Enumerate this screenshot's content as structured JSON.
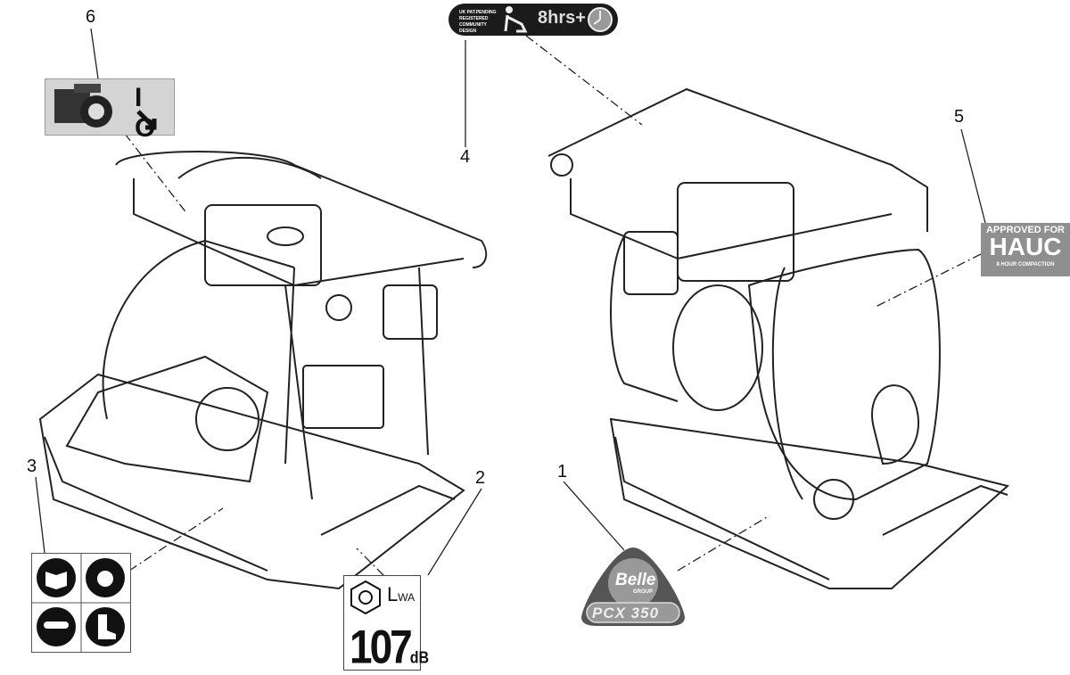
{
  "callouts": [
    "1",
    "2",
    "3",
    "4",
    "5",
    "6"
  ],
  "decals": {
    "engine_switch": {
      "symbol": "I O"
    },
    "operating_time": {
      "small_text": "UK PAT.PENDING REGISTERED COMMUNITY DESIGN",
      "hours": "8hrs+"
    },
    "hauc": {
      "line1": "APPROVED FOR",
      "line2": "HAUC",
      "line3": "8 HOUR COMPACTION"
    },
    "safety_icons": [
      "read-manual-icon",
      "ear-protection-icon",
      "eye-protection-icon",
      "safety-boots-icon"
    ],
    "noise": {
      "label": "L",
      "sub": "WA",
      "value": "107",
      "unit": "dB"
    },
    "brand": {
      "brand": "Belle",
      "group": "GROUP",
      "model": "PCX 350"
    }
  },
  "colors": {
    "line": "#222222",
    "decal_dark": "#1b1b1b",
    "decal_gray": "#8f8f8f"
  }
}
